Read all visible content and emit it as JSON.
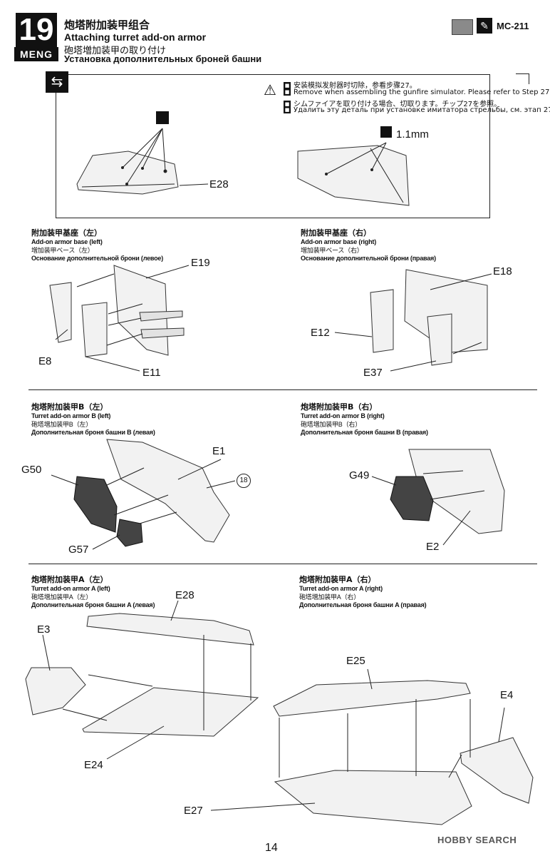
{
  "header": {
    "step_number": "19",
    "brand": "MENG",
    "title_cn": "炮塔附加装甲组合",
    "title_en": "Attaching turret add-on armor",
    "title_jp": "砲塔増加装甲の取り付け",
    "title_ru": "Установка дополнительных броней башни",
    "model_code": "MC-211"
  },
  "notice": {
    "lines": [
      {
        "flag": "CN",
        "text": "安装模拟发射器时切除，参看步骤27。"
      },
      {
        "flag": "EN",
        "text": "Remove when assembling the gunfire simulator. Please refer to Step 27."
      },
      {
        "flag": "JP",
        "text": "シムファイアを取り付ける場合、切取ります。チップ27を参照。"
      },
      {
        "flag": "RU",
        "text": "Удалить эту деталь при установке имитатора стрельбы, см. этап 27."
      }
    ],
    "drill_size": "1.1mm",
    "part": "E28"
  },
  "sections": {
    "base_left": {
      "cn": "附加装甲基座（左）",
      "en": "Add-on armor base (left)",
      "jp": "増加装甲ベース（左）",
      "ru": "Основание дополнительной брони (левое)",
      "parts": [
        "E19",
        "E8",
        "E11"
      ]
    },
    "base_right": {
      "cn": "附加装甲基座（右）",
      "en": "Add-on armor base (right)",
      "jp": "増加装甲ベース（右）",
      "ru": "Основание дополнительной брони (правая)",
      "parts": [
        "E18",
        "E12",
        "E37"
      ]
    },
    "armor_b_left": {
      "cn": "炮塔附加装甲B（左）",
      "en": "Turret add-on armor B (left)",
      "jp": "砲塔増加装甲B（左）",
      "ru": "Дополнительная броня башни B (левая)",
      "parts": [
        "E1",
        "G50",
        "G57"
      ],
      "callout": "18"
    },
    "armor_b_right": {
      "cn": "炮塔附加装甲B（右）",
      "en": "Turret add-on armor B (right)",
      "jp": "砲塔増加装甲B（右）",
      "ru": "Дополнительная броня башни B (правая)",
      "parts": [
        "G49",
        "E2"
      ]
    },
    "armor_a_left": {
      "cn": "炮塔附加装甲A（左）",
      "en": "Turret add-on armor A (left)",
      "jp": "砲塔増加装甲A（左）",
      "ru": "Дополнительная броня башни A (левая)",
      "parts": [
        "E28",
        "E3",
        "E24"
      ]
    },
    "armor_a_right": {
      "cn": "炮塔附加装甲A（右）",
      "en": "Turret add-on armor A (right)",
      "jp": "砲塔増加装甲A（右）",
      "ru": "Дополнительная броня башни A (правая)",
      "parts": [
        "E25",
        "E4",
        "E27"
      ]
    }
  },
  "footer": {
    "page": "14",
    "watermark": "HOBBY SEARCH"
  },
  "colors": {
    "swatch": "#8a8a8a",
    "ink": "#111111"
  },
  "icons": {
    "swap": "swap-arrows-icon",
    "warning": "warning-icon",
    "brush": "brush-icon",
    "drill": "drill-icon",
    "cut": "cut-icon"
  }
}
